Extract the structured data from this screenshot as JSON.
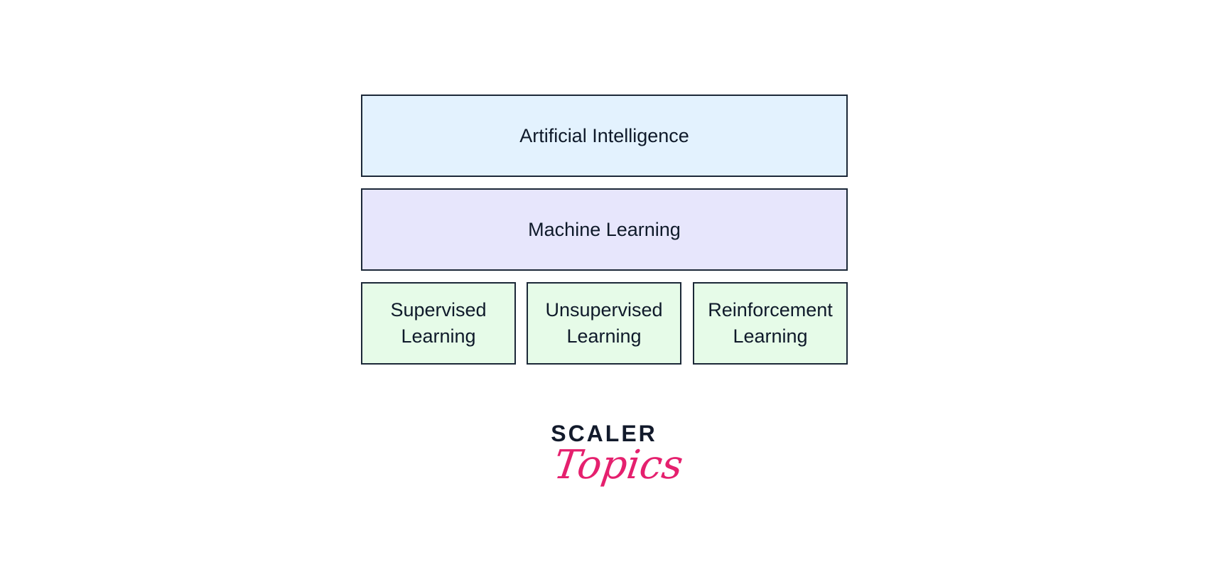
{
  "diagram": {
    "layers": [
      {
        "label": "Artificial Intelligence",
        "color": "#e3f2fe"
      },
      {
        "label": "Machine Learning",
        "color": "#e7e6fc"
      }
    ],
    "subtypes": [
      {
        "label": "Supervised Learning"
      },
      {
        "label": "Unsupervised Learning"
      },
      {
        "label": "Reinforcement Learning"
      }
    ],
    "subtype_color": "#e6fbe8"
  },
  "logo": {
    "line1": "SCALER",
    "line2": "Topics",
    "accent": "#e5206e"
  }
}
